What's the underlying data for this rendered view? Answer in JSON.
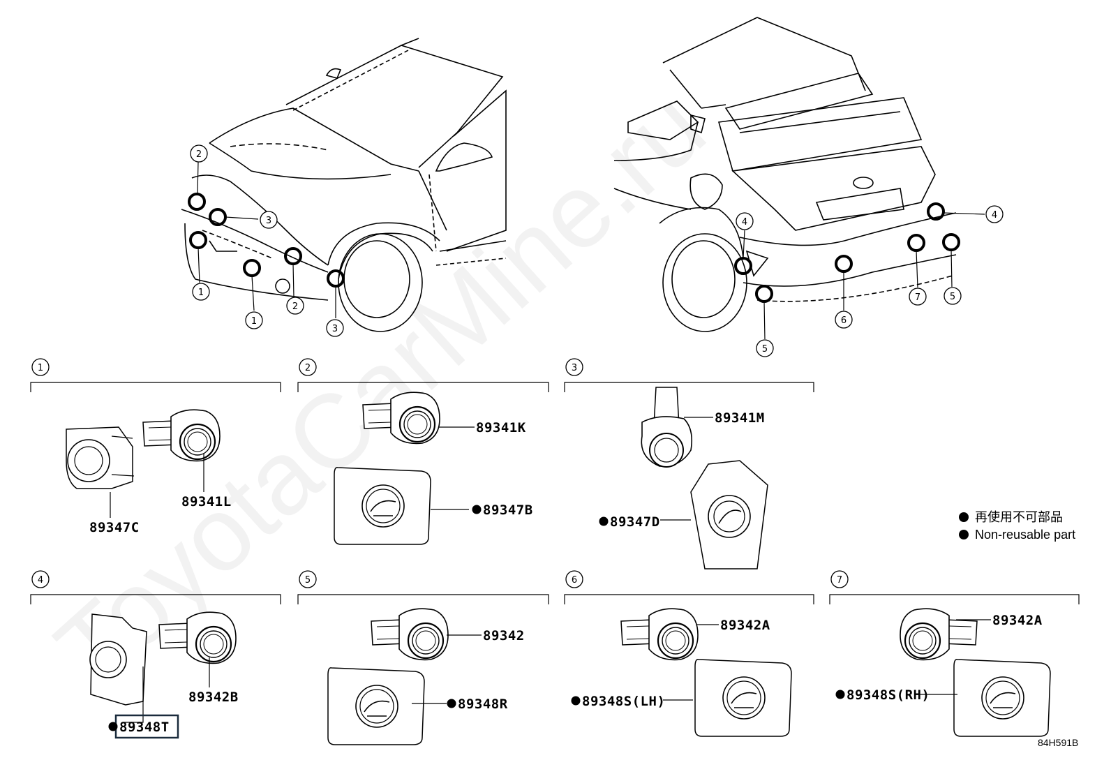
{
  "watermark": "ToyotaCarMine.ru",
  "diagram_code": "84H591B",
  "legend": {
    "line1": "再使用不可部品",
    "line2": "Non-reusable part"
  },
  "front_callouts": [
    "2",
    "3",
    "1",
    "1",
    "2",
    "3"
  ],
  "rear_callouts": [
    "4",
    "4",
    "5",
    "6",
    "7",
    "5"
  ],
  "sections": [
    {
      "number": "1",
      "parts": [
        "89347C",
        "89341L"
      ]
    },
    {
      "number": "2",
      "parts": [
        "89341K",
        "89347B"
      ]
    },
    {
      "number": "3",
      "parts": [
        "89341M",
        "89347D"
      ]
    },
    {
      "number": "4",
      "parts": [
        "89342B",
        "89348T"
      ]
    },
    {
      "number": "5",
      "parts": [
        "89342",
        "89348R"
      ]
    },
    {
      "number": "6",
      "parts": [
        "89342A",
        "89348S(LH)"
      ]
    },
    {
      "number": "7",
      "parts": [
        "89342A",
        "89348S(RH)"
      ]
    }
  ]
}
